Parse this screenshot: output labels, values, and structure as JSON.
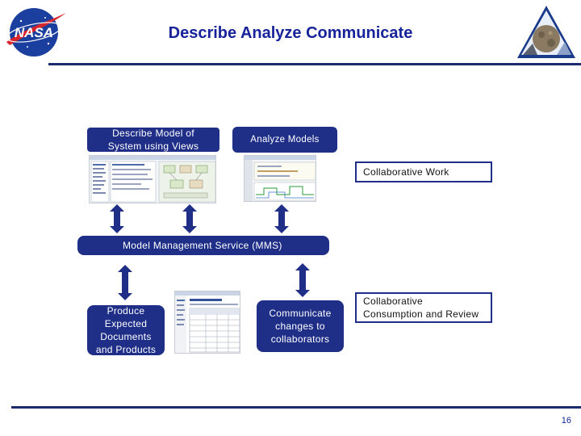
{
  "header": {
    "title": "Describe Analyze Communicate",
    "logo_left": "NASA",
    "logo_right_icon": "mission-triangle-logo"
  },
  "boxes": {
    "describe": "Describe Model of System using Views",
    "analyze": "Analyze Models",
    "collab_work": "Collaborative Work",
    "mms": "Model Management Service (MMS)",
    "produce": "Produce Expected Documents and Products",
    "communicate": "Communicate changes to collaborators",
    "collab_consumption": "Collaborative Consumption and Review"
  },
  "footer": {
    "page_number": "16"
  },
  "colors": {
    "navy": "#1f2f88",
    "title_blue": "#17239a",
    "rule": "#1c2a6e"
  }
}
